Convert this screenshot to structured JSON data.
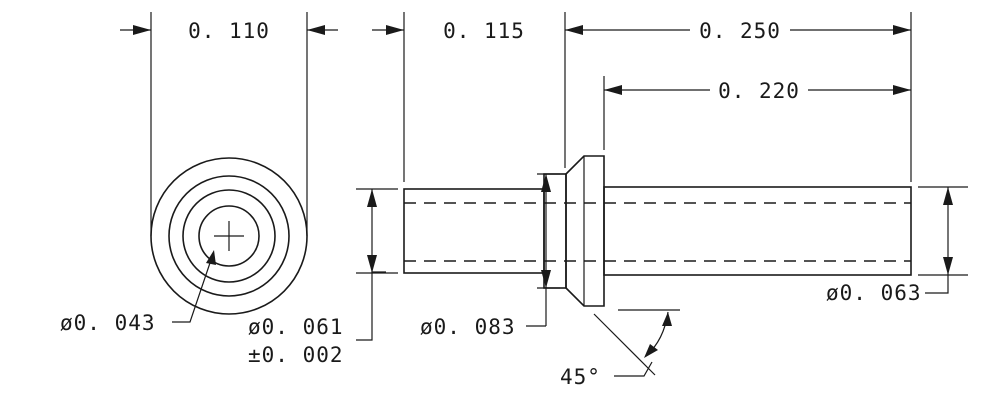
{
  "dimensions": {
    "end_view_width": "0. 110",
    "step_length": "0. 115",
    "overall_length": "0. 250",
    "body_length": "0. 220",
    "bore_diameter": "ø0. 043",
    "outer_diameter_value": "ø0. 061",
    "outer_diameter_tolerance": "±0. 002",
    "flange_diameter": "ø0. 083",
    "body_diameter": "ø0. 063",
    "chamfer_angle": "45°"
  }
}
